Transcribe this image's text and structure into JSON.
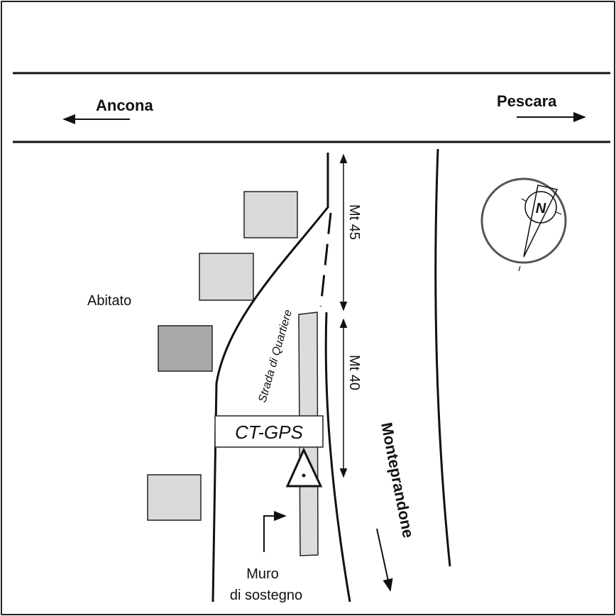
{
  "directions": {
    "left": "Ancona",
    "right": "Pescara"
  },
  "area_label": "Abitato",
  "side_road": "Strada di Quartiere",
  "station_label": "CT-GPS",
  "distances": {
    "upper": "Mt 45",
    "lower": "Mt 40"
  },
  "main_road": "Monteprandone",
  "wall_label": {
    "line1": "Muro",
    "line2": "di sostegno"
  },
  "compass": {
    "letter": "N"
  },
  "colors": {
    "building_light": "#d9d9d9",
    "building_dark": "#a8a8a8",
    "wall": "#dcdcdc",
    "compass_ring": "#555555"
  }
}
